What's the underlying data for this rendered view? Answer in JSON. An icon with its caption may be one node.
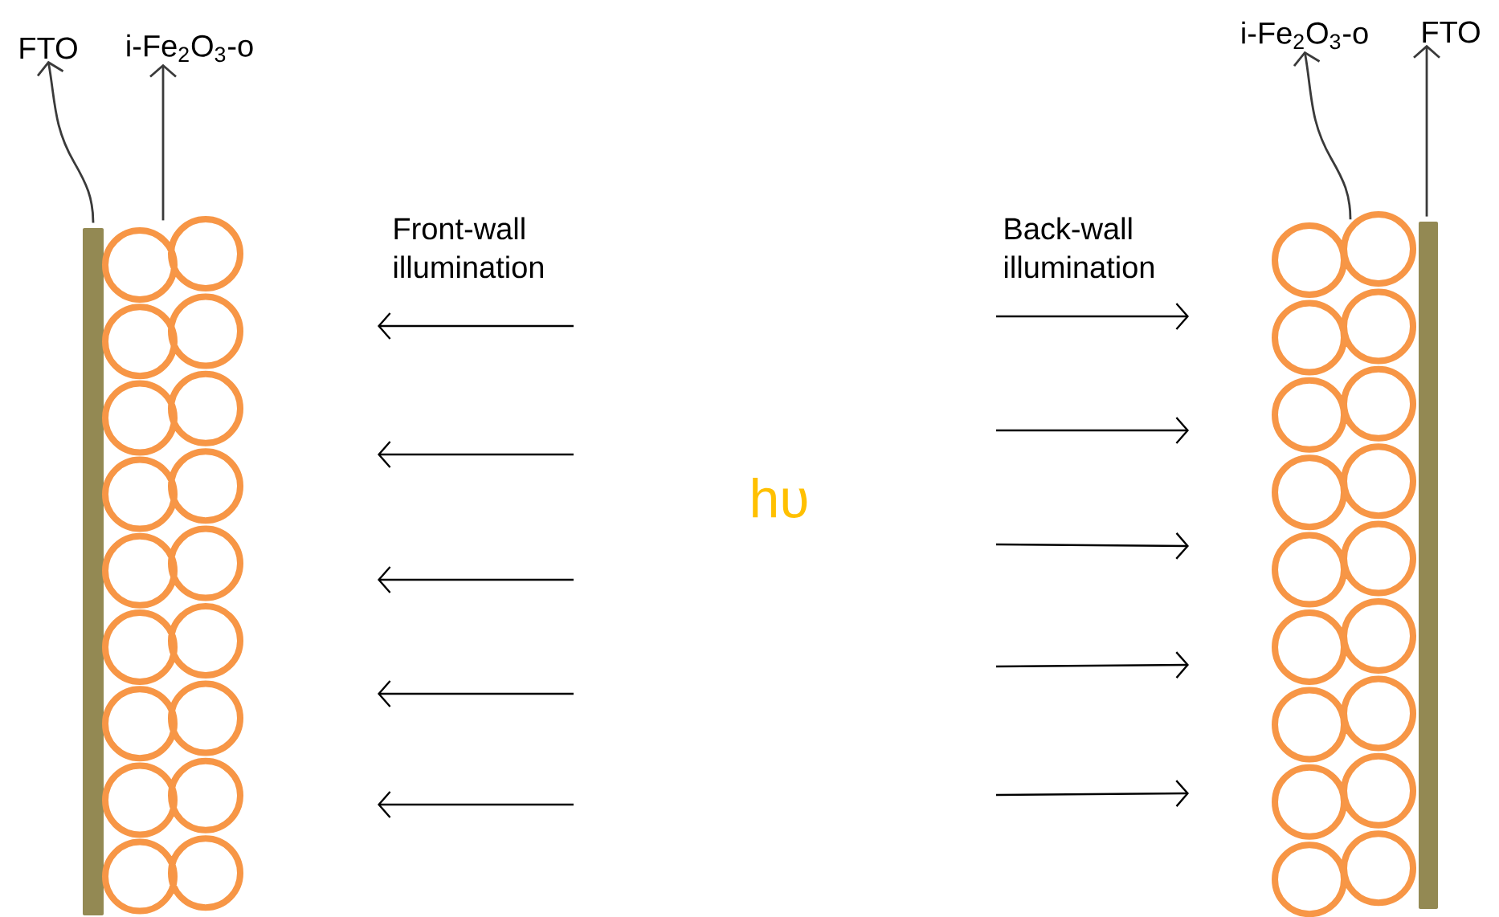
{
  "diagram": {
    "nodes": [
      {
        "text": [
          "FTO"
        ]
      },
      {
        "text": [
          "i-Fe$_{2}$O$_{3}$-o"
        ]
      },
      {
        "text": [
          "i-Fe$_{2}$O$_{3}$-o"
        ]
      },
      {
        "text": [
          "FTO"
        ]
      },
      {
        "text": [],
        "shape": "bar"
      },
      {
        "text": [],
        "shape": "picture"
      },
      {
        "text": [],
        "shape": "picture"
      },
      {
        "text": [],
        "shape": "bar"
      }
    ],
    "edges": [
      {
        "from": 4,
        "to": 0,
        "arrow": "to"
      },
      {
        "from": 5,
        "to": 1,
        "arrow": "to"
      },
      {
        "from": 6,
        "to": 2,
        "arrow": "to"
      },
      {
        "from": 7,
        "to": 3,
        "arrow": "to"
      }
    ],
    "labels": [
      "Front-wall illumination",
      "Back-wall illumination",
      "hυ"
    ]
  }
}
